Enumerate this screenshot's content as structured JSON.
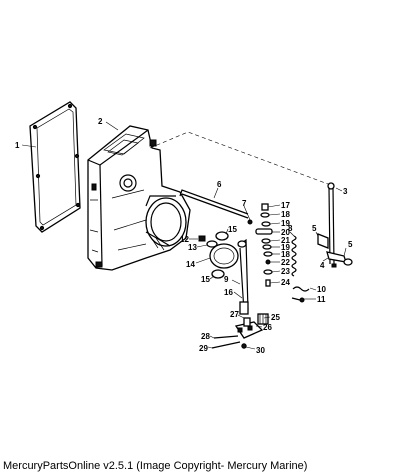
{
  "caption": "MercuryPartsOnline v2.5.1 (Image Copyright- Mercury Marine)",
  "callouts": {
    "c1": "1",
    "c2": "2",
    "c3": "3",
    "c4": "4",
    "c5a": "5",
    "c5b": "5",
    "c6": "6",
    "c7": "7",
    "c8": "8",
    "c9": "9",
    "c10": "10",
    "c11": "11",
    "c12": "12",
    "c13": "13",
    "c14": "14",
    "c15a": "15",
    "c15b": "15",
    "c16": "16",
    "c17": "17",
    "c18a": "18",
    "c19a": "19",
    "c20": "20",
    "c21": "21",
    "c19b": "19",
    "c18b": "18",
    "c22": "22",
    "c23": "23",
    "c24": "24",
    "c25": "25",
    "c26": "26",
    "c27": "27",
    "c28": "28",
    "c29": "29",
    "c30": "30"
  }
}
